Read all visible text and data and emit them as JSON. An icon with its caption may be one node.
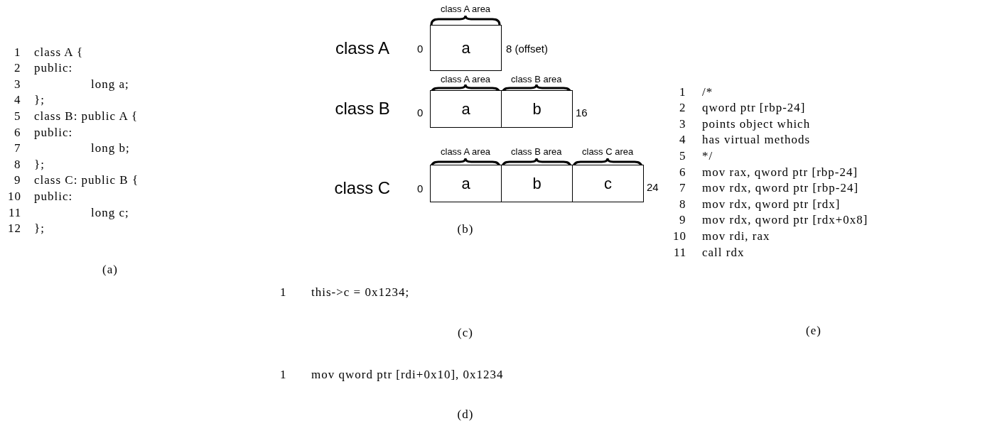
{
  "diagram": {
    "nodes": [
      {
        "text": [
          "a"
        ]
      },
      {
        "text": [
          "a"
        ]
      },
      {
        "text": [
          "b"
        ]
      },
      {
        "text": [
          "a"
        ]
      },
      {
        "text": [
          "b"
        ]
      },
      {
        "text": [
          "c"
        ]
      }
    ],
    "labels": [
      "1",
      "class A {",
      "2",
      "public:",
      "3",
      "long a;",
      "4",
      "};",
      "5",
      "class B: public A {",
      "6",
      "public:",
      "7",
      "long b;",
      "8",
      "};",
      "9",
      "class C: public B {",
      "10",
      "public:",
      "11",
      "long c;",
      "12",
      "};",
      "(a)",
      "class A area",
      "class A",
      "0",
      "8 (offset)",
      "class A area",
      "class B area",
      "class B",
      "0",
      "16",
      "class A area",
      "class B area",
      "class C area",
      "class C",
      "0",
      "24",
      "(b)",
      "1",
      "this->c = 0x1234;",
      "(c)",
      "1",
      "mov qword ptr [rdi+0x10], 0x1234",
      "(d)",
      "1",
      "/*",
      "2",
      "qword ptr [rbp-24]",
      "3",
      "points object which",
      "4",
      "has virtual methods",
      "5",
      "*/",
      "6",
      "mov rax, qword ptr [rbp-24]",
      "7",
      "mov rdx, qword ptr [rbp-24]",
      "8",
      "mov rdx, qword ptr [rdx]",
      "9",
      "mov rdx, qword ptr [rdx+0x8]",
      "10",
      "mov rdi, rax",
      "11",
      "call rdx",
      "(e)"
    ]
  }
}
